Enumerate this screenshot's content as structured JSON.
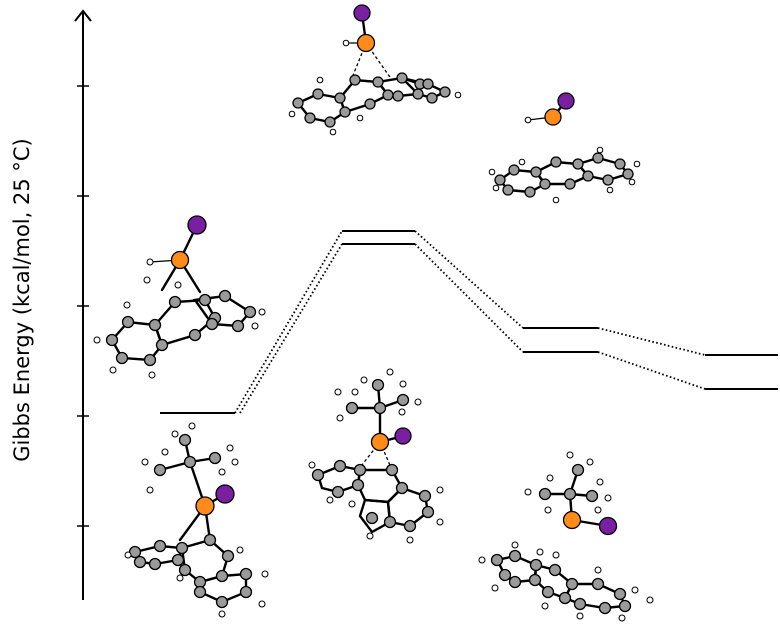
{
  "axis": {
    "ylabel": "Gibbs Energy (kcal/mol, 25 °C)"
  },
  "colors": {
    "carbon": "#9a9a9a",
    "hydrogen": "#ffffff",
    "oxygen": "#ff8c1a",
    "iodine": "#7b1fa2",
    "lines": "#000000"
  },
  "ticks": 6,
  "levels": [
    {
      "id": "start",
      "series": "lower",
      "column": 0
    },
    {
      "id": "ts-upper",
      "series": "upper",
      "column": 1
    },
    {
      "id": "ts-lower",
      "series": "lower",
      "column": 1
    },
    {
      "id": "int-upper",
      "series": "upper",
      "column": 2
    },
    {
      "id": "int-lower",
      "series": "lower",
      "column": 2
    },
    {
      "id": "prod-upper",
      "series": "upper",
      "column": 3
    },
    {
      "id": "prod-lower",
      "series": "lower",
      "column": 3
    }
  ],
  "molecules": [
    {
      "id": "start-upper-complex",
      "series": "upper",
      "stage": "start"
    },
    {
      "id": "ts-upper-complex",
      "series": "upper",
      "stage": "ts"
    },
    {
      "id": "product-upper-complex",
      "series": "upper",
      "stage": "product"
    },
    {
      "id": "start-lower-complex",
      "series": "lower",
      "stage": "start"
    },
    {
      "id": "ts-lower-complex",
      "series": "lower",
      "stage": "ts"
    },
    {
      "id": "product-lower-complex",
      "series": "lower",
      "stage": "product"
    }
  ]
}
